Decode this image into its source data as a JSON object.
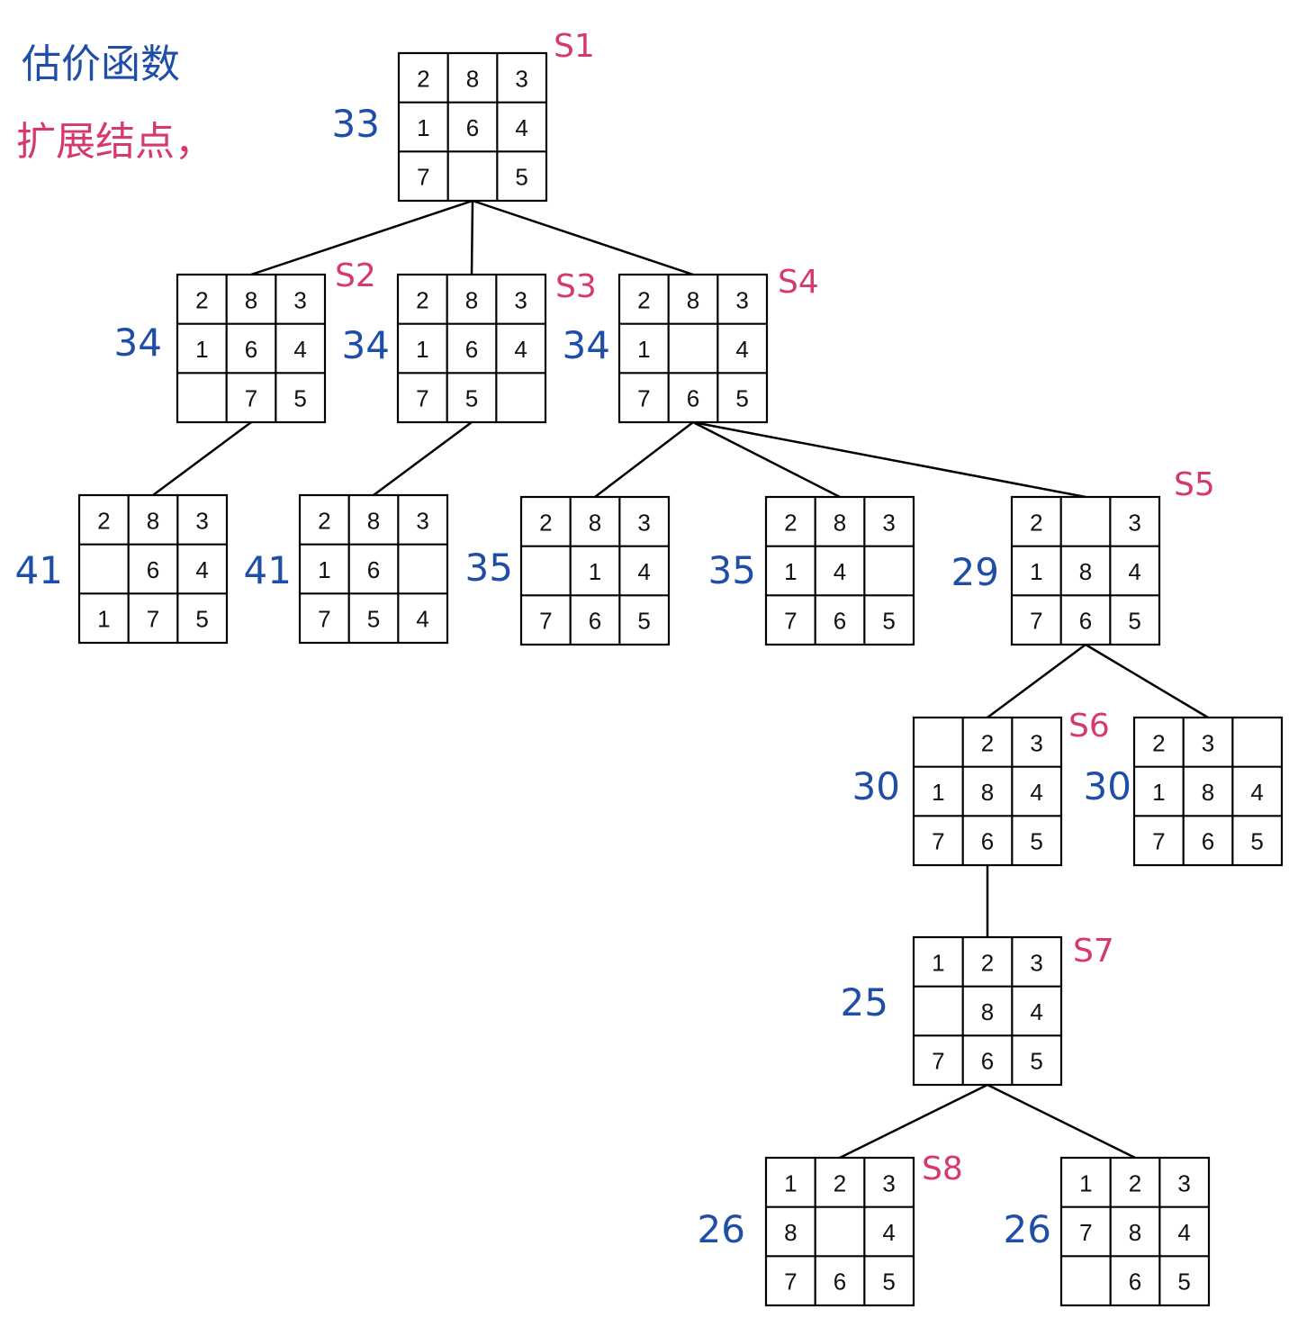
{
  "legend": {
    "line1": "估价函数",
    "line2": "扩展结点，"
  },
  "colors": {
    "score": "#1f4ea8",
    "label": "#d63a6c",
    "line": "#000000",
    "digit": "#111111"
  },
  "tree": {
    "label": "S1",
    "score": "33",
    "grid": [
      [
        "2",
        "8",
        "3"
      ],
      [
        "1",
        "6",
        "4"
      ],
      [
        "7",
        "",
        "5"
      ]
    ],
    "children": [
      {
        "label": "S2",
        "score": "34",
        "grid": [
          [
            "2",
            "8",
            "3"
          ],
          [
            "1",
            "6",
            "4"
          ],
          [
            "",
            "7",
            "5"
          ]
        ],
        "children": [
          {
            "score": "41",
            "grid": [
              [
                "2",
                "8",
                "3"
              ],
              [
                "",
                "6",
                "4"
              ],
              [
                "1",
                "7",
                "5"
              ]
            ]
          }
        ]
      },
      {
        "label": "S3",
        "score": "34",
        "grid": [
          [
            "2",
            "8",
            "3"
          ],
          [
            "1",
            "6",
            "4"
          ],
          [
            "7",
            "5",
            ""
          ]
        ],
        "children": [
          {
            "score": "41",
            "grid": [
              [
                "2",
                "8",
                "3"
              ],
              [
                "1",
                "6",
                ""
              ],
              [
                "7",
                "5",
                "4"
              ]
            ]
          }
        ]
      },
      {
        "label": "S4",
        "score": "34",
        "grid": [
          [
            "2",
            "8",
            "3"
          ],
          [
            "1",
            "",
            "4"
          ],
          [
            "7",
            "6",
            "5"
          ]
        ],
        "children": [
          {
            "score": "35",
            "grid": [
              [
                "2",
                "8",
                "3"
              ],
              [
                "",
                "1",
                "4"
              ],
              [
                "7",
                "6",
                "5"
              ]
            ]
          },
          {
            "score": "35",
            "grid": [
              [
                "2",
                "8",
                "3"
              ],
              [
                "1",
                "4",
                ""
              ],
              [
                "7",
                "6",
                "5"
              ]
            ]
          },
          {
            "label": "S5",
            "score": "29",
            "grid": [
              [
                "2",
                "",
                "3"
              ],
              [
                "1",
                "8",
                "4"
              ],
              [
                "7",
                "6",
                "5"
              ]
            ],
            "children": [
              {
                "label": "S6",
                "score": "30",
                "grid": [
                  [
                    "",
                    "2",
                    "3"
                  ],
                  [
                    "1",
                    "8",
                    "4"
                  ],
                  [
                    "7",
                    "6",
                    "5"
                  ]
                ],
                "children": [
                  {
                    "label": "S7",
                    "score": "25",
                    "grid": [
                      [
                        "1",
                        "2",
                        "3"
                      ],
                      [
                        "",
                        "8",
                        "4"
                      ],
                      [
                        "7",
                        "6",
                        "5"
                      ]
                    ],
                    "children": [
                      {
                        "label": "S8",
                        "score": "26",
                        "grid": [
                          [
                            "1",
                            "2",
                            "3"
                          ],
                          [
                            "8",
                            "",
                            "4"
                          ],
                          [
                            "7",
                            "6",
                            "5"
                          ]
                        ]
                      },
                      {
                        "score": "26",
                        "grid": [
                          [
                            "1",
                            "2",
                            "3"
                          ],
                          [
                            "7",
                            "8",
                            "4"
                          ],
                          [
                            "",
                            "6",
                            "5"
                          ]
                        ]
                      }
                    ]
                  }
                ]
              },
              {
                "score": "30",
                "grid": [
                  [
                    "2",
                    "3",
                    ""
                  ],
                  [
                    "1",
                    "8",
                    "4"
                  ],
                  [
                    "7",
                    "6",
                    "5"
                  ]
                ]
              }
            ]
          }
        ]
      }
    ]
  }
}
